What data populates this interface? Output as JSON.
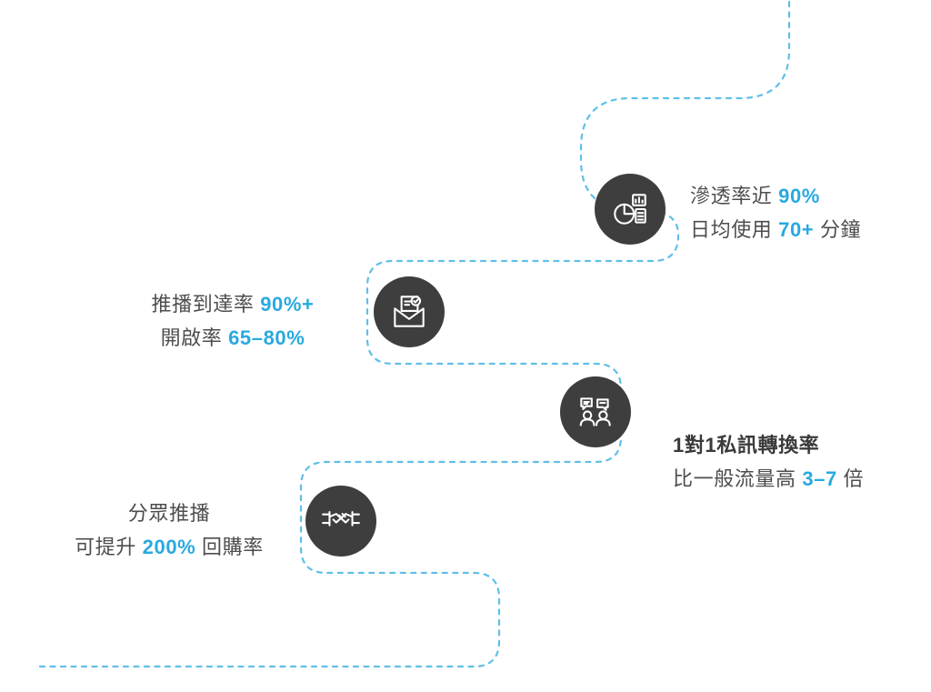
{
  "palette": {
    "background": "#ffffff",
    "path_blue": "#5fbfe8",
    "accent_blue": "#29a9e0",
    "text_dark": "#4d4d4d",
    "text_strong": "#3a3a3a",
    "node_bg": "#3e3e3e",
    "icon_stroke": "#ffffff"
  },
  "milestones": [
    {
      "id": "app-usage",
      "icon": "pie-chart-report-icon",
      "line1": {
        "pre": "滲透率近 ",
        "highlight": "90%",
        "post": ""
      },
      "line2": {
        "pre": "日均使用 ",
        "highlight": "70+",
        "post": " 分鐘"
      }
    },
    {
      "id": "push-delivery",
      "icon": "email-checklist-icon",
      "line1": {
        "pre": "推播到達率 ",
        "highlight": "90%+",
        "post": ""
      },
      "line2": {
        "pre": "開啟率 ",
        "highlight": "65–80%",
        "post": ""
      }
    },
    {
      "id": "one-on-one-chat",
      "icon": "chat-users-icon",
      "line1": {
        "pre": "1對1私訊轉換率",
        "highlight": "",
        "post": ""
      },
      "line2": {
        "pre": "比一般流量高 ",
        "highlight": "3–7",
        "post": " 倍"
      }
    },
    {
      "id": "segmented-push",
      "icon": "handshake-icon",
      "line1": {
        "pre": "分眾推播",
        "highlight": "",
        "post": ""
      },
      "line2": {
        "pre": "可提升 ",
        "highlight": "200%",
        "post": " 回購率"
      }
    }
  ]
}
